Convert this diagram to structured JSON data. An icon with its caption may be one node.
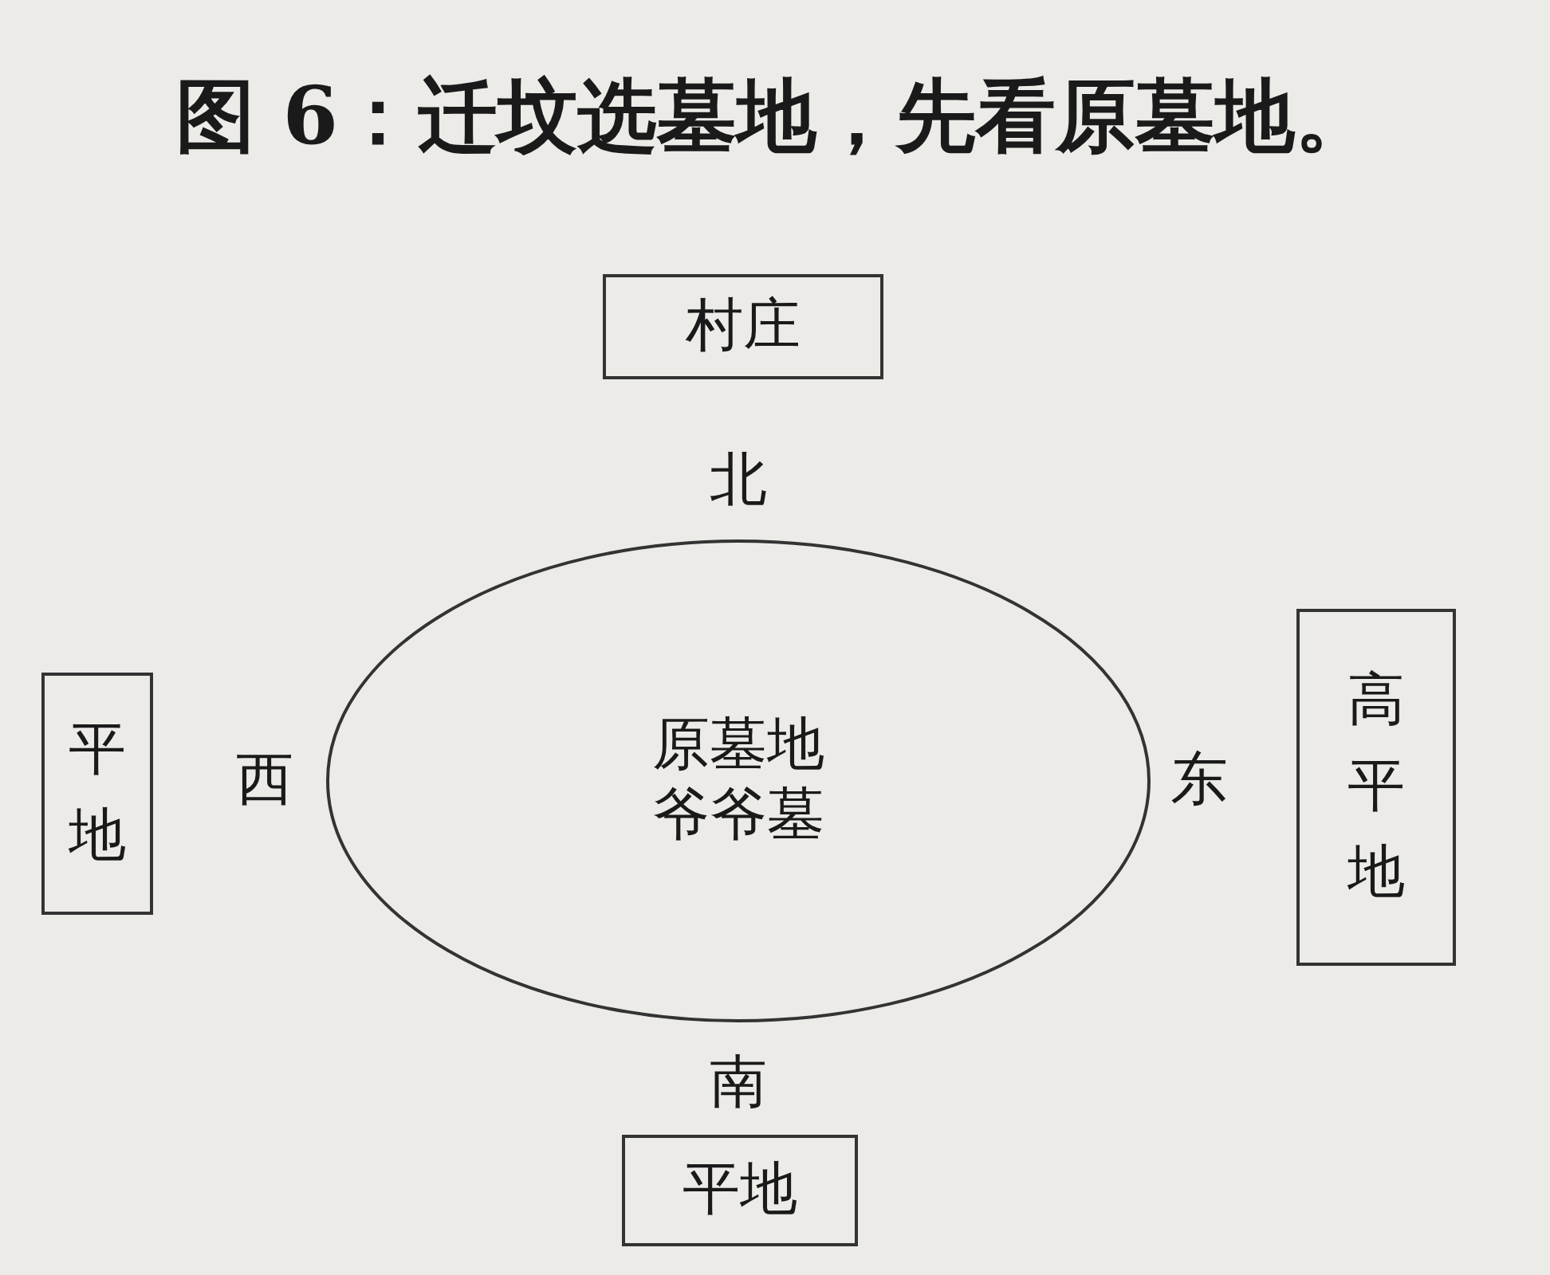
{
  "diagram": {
    "title": "图 6：迁坟选墓地，先看原墓地。",
    "nodes": [
      {
        "text": [
          "村庄"
        ]
      },
      {
        "text": [
          "平地"
        ]
      },
      {
        "text": [
          "原墓地",
          "爷爷墓"
        ]
      },
      {
        "text": [
          "高平地"
        ]
      },
      {
        "text": [
          "平地"
        ]
      }
    ],
    "labels": [
      "北",
      "西",
      "东",
      "南"
    ]
  }
}
